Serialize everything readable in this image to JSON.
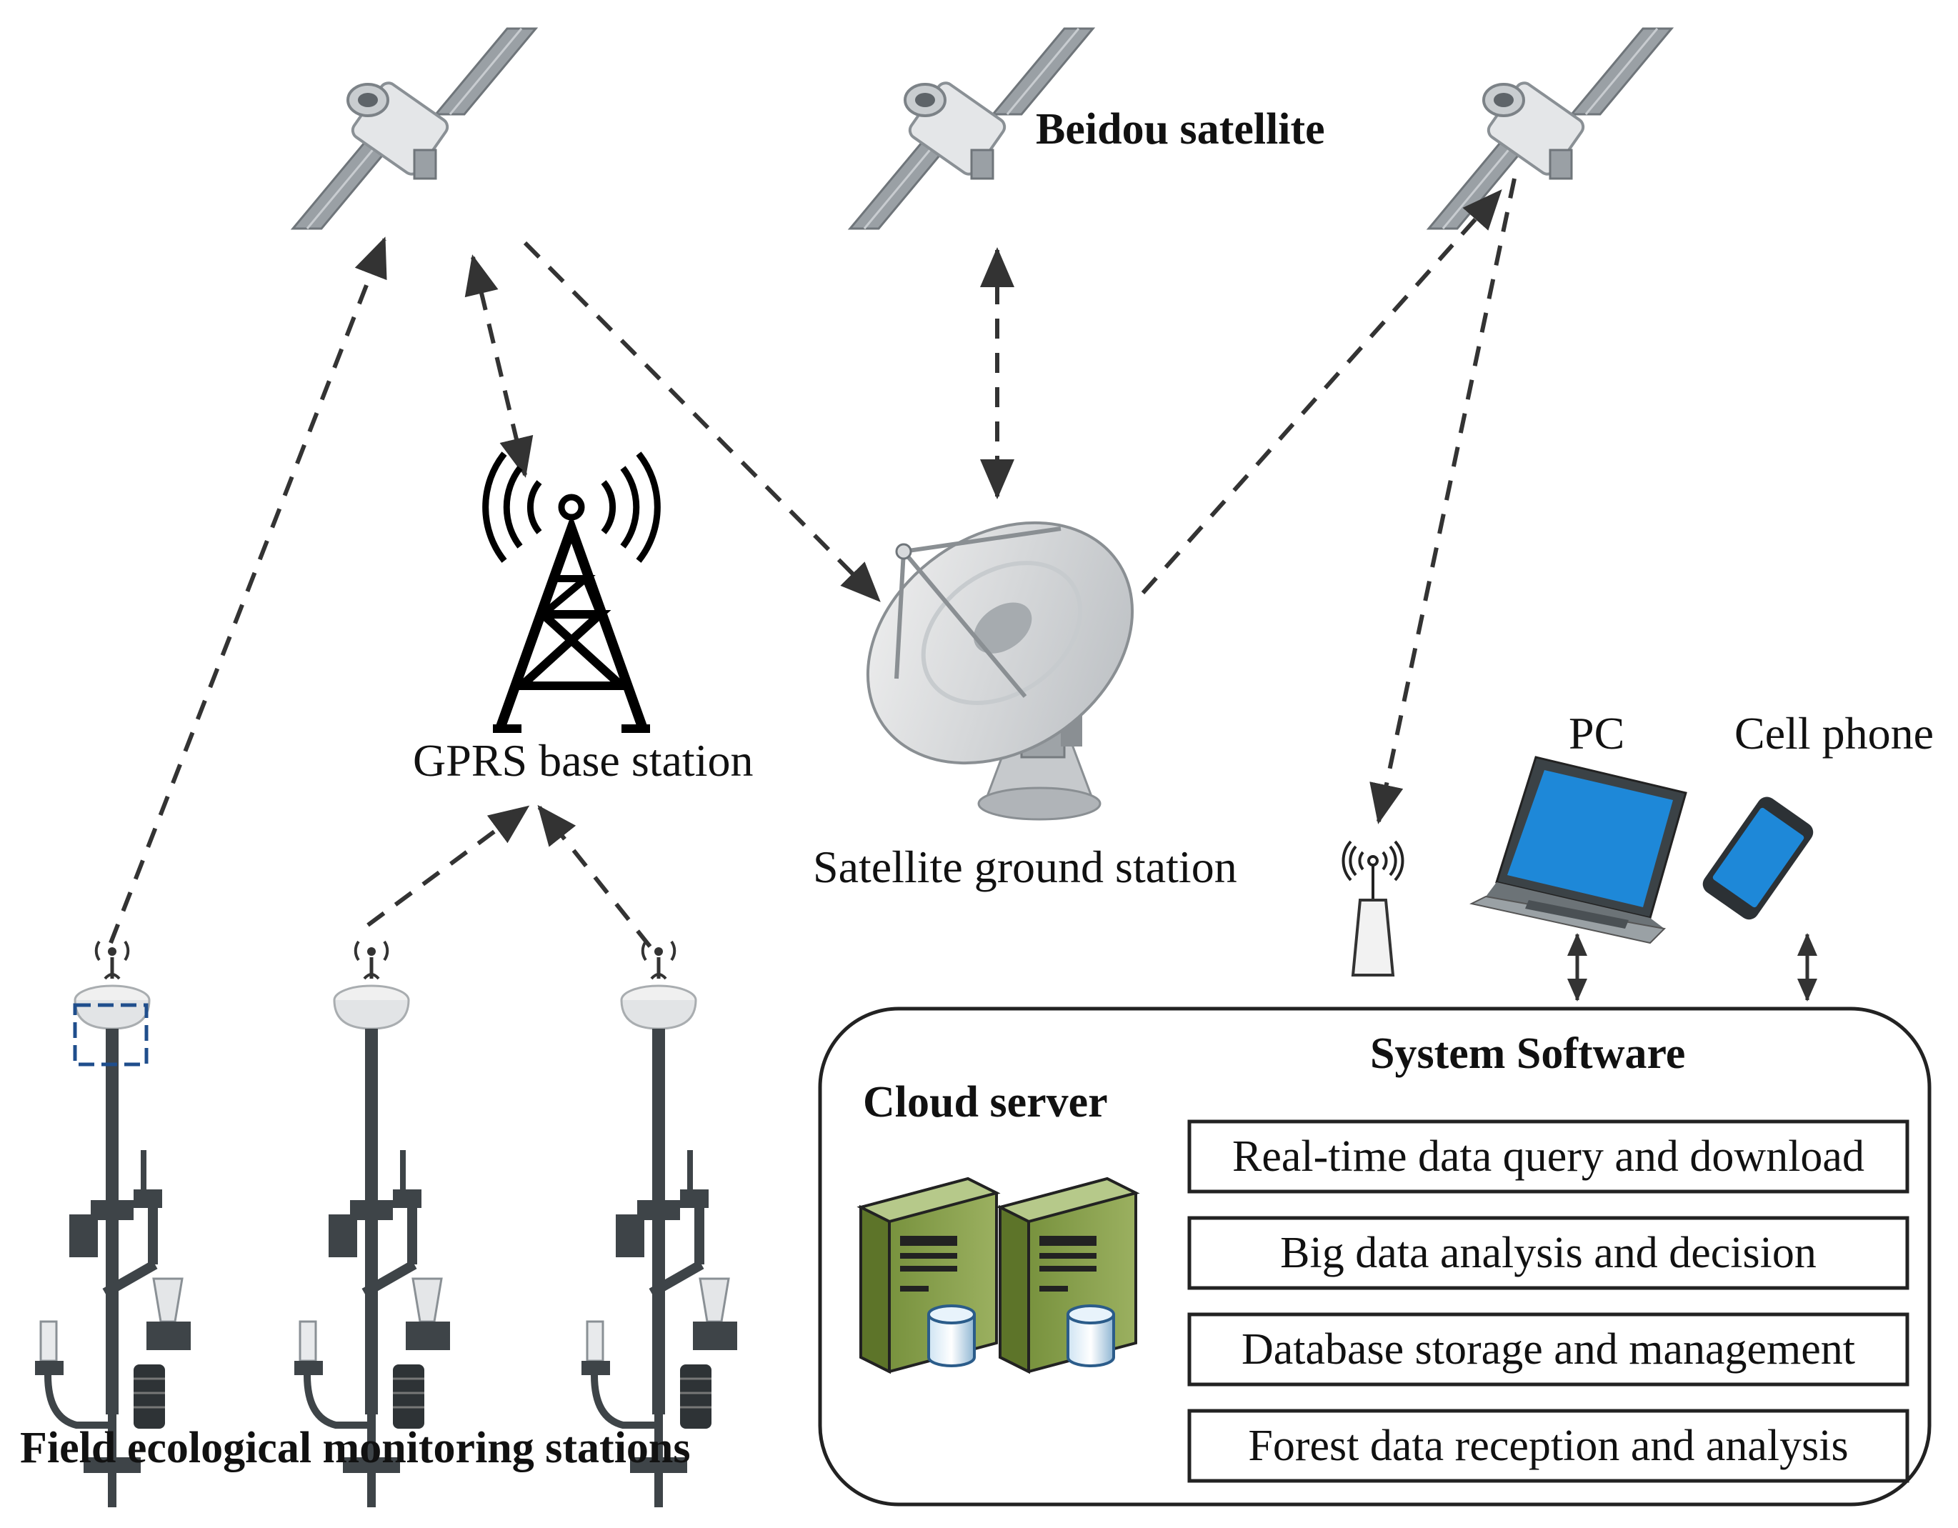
{
  "labels": {
    "beidou": "Beidou satellite",
    "gprs": "GPRS base station",
    "ground_station": "Satellite ground station",
    "pc": "PC",
    "cell_phone": "Cell phone",
    "field_stations": "Field ecological monitoring stations",
    "cloud_server": "Cloud server",
    "system_software": "System Software"
  },
  "software_functions": [
    "Real-time data query and download",
    "Big data analysis and decision",
    "Database storage and management",
    "Forest data reception and analysis"
  ],
  "icons": [
    "satellite-icon",
    "gprs-tower-icon",
    "satellite-dish-icon",
    "wifi-router-icon",
    "laptop-icon",
    "smartphone-icon",
    "server-icon",
    "monitoring-station-icon"
  ],
  "colors": {
    "screen_blue": "#1e88d8",
    "server_green": "#8aa04a",
    "arrow": "#333333",
    "selection": "#1f4e8c"
  }
}
